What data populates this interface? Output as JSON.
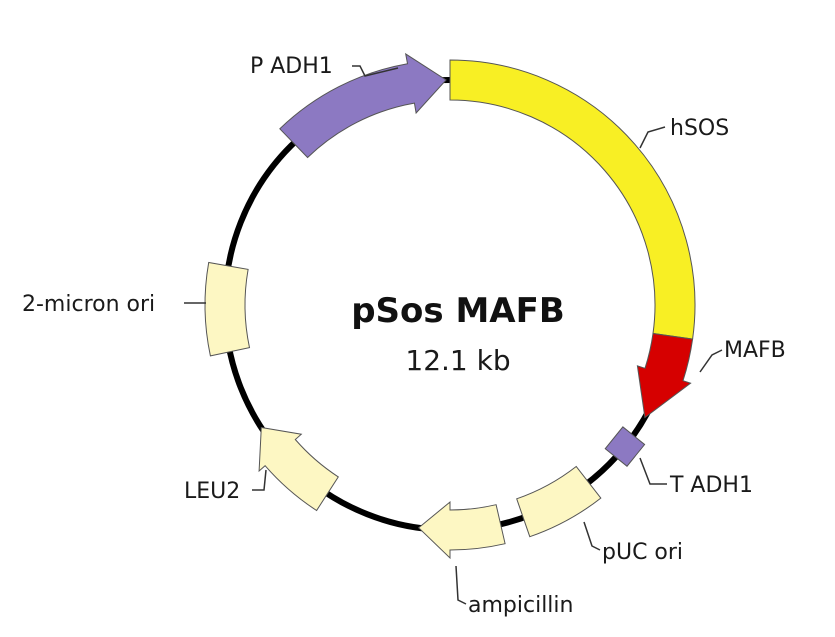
{
  "plasmid": {
    "name": "pSos MAFB",
    "size": "12.1 kb"
  },
  "colors": {
    "backbone": "#000000",
    "promoter_terminator": "#8c79c2",
    "insert_hsos": "#f8ef24",
    "insert_mafb": "#d60000",
    "feature": "#fdf7c3",
    "outline": "#555555"
  },
  "features": [
    {
      "key": "p-adh1",
      "label": "P ADH1",
      "kind": "arrow-cw",
      "color_key": "promoter_terminator"
    },
    {
      "key": "hsos",
      "label": "hSOS",
      "kind": "block",
      "color_key": "insert_hsos"
    },
    {
      "key": "mafb",
      "label": "MAFB",
      "kind": "arrow-cw",
      "color_key": "insert_mafb"
    },
    {
      "key": "t-adh1",
      "label": "T ADH1",
      "kind": "block",
      "color_key": "promoter_terminator"
    },
    {
      "key": "puc-ori",
      "label": "pUC ori",
      "kind": "block",
      "color_key": "feature"
    },
    {
      "key": "amp",
      "label": "ampicillin",
      "kind": "arrow-cw",
      "color_key": "feature"
    },
    {
      "key": "leu2",
      "label": "LEU2",
      "kind": "arrow-cw",
      "color_key": "feature"
    },
    {
      "key": "2micron",
      "label": "2-micron ori",
      "kind": "block",
      "color_key": "feature"
    }
  ]
}
